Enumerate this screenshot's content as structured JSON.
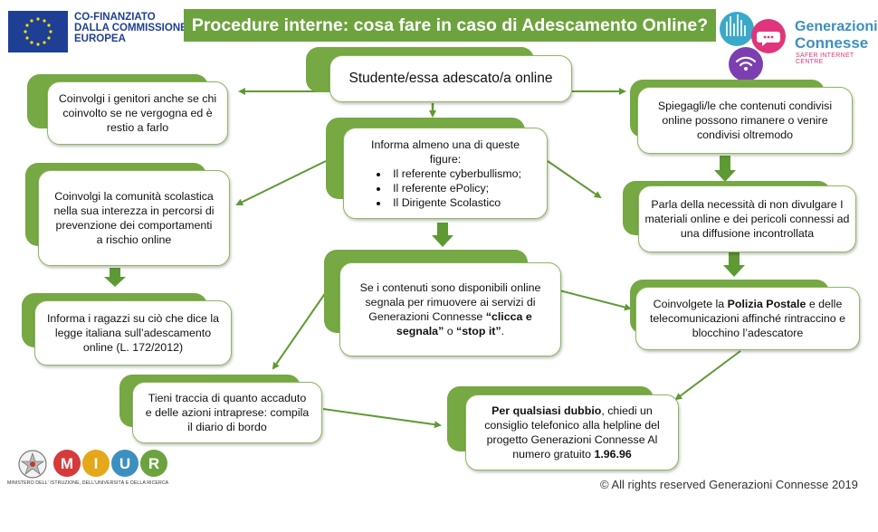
{
  "header": {
    "eu_line1": "CO-FINANZIATO",
    "eu_line2": "DALLA COMMISSIONE",
    "eu_line3": "EUROPEA",
    "title": "Procedure interne: cosa fare in caso di Adescamento Online?",
    "gc_line1": "Generazioni",
    "gc_line2": "Connesse",
    "gc_line3": "SAFER INTERNET CENTRE"
  },
  "colors": {
    "green": "#6da33e",
    "eu_blue": "#1f3f95",
    "gc_blue": "#3d8fbf",
    "gc_pink": "#e0357b"
  },
  "boxes": {
    "root": "Studente/essa adescato/a online",
    "parents": "Coinvolgi i genitori anche se chi coinvolto se ne vergogna ed è restio a farlo",
    "inform_intro": "Informa almeno una di queste figure:",
    "inform_items": [
      "Il referente cyberbullismo;",
      "Il referente ePolicy;",
      "Il Dirigente Scolastico"
    ],
    "explain": "Spiegagli/le che contenuti condivisi online possono rimanere o venire condivisi oltremodo",
    "community": "Coinvolgi la comunità scolastica nella sua interezza in percorsi di prevenzione dei comportamenti a rischio online",
    "talk": "Parla della necessità di non divulgare I materiali online e dei pericoli connessi ad una diffusione incontrollata",
    "report_a": "Se i contenuti sono disponibili online segnala per rimuovere ai servizi di  Generazioni Connesse ",
    "report_b": "“clicca e segnala”",
    "report_c": " o ",
    "report_d": "“stop it”",
    "report_e": ".",
    "law": "Informa i ragazzi su ciò che dice la legge italiana sull’adescamento online (L. 172/2012)",
    "police_a": "Coinvolgete la ",
    "police_b": "Polizia Postale",
    "police_c": " e delle telecomunicazioni affinché rintraccino e blocchino l’adescatore",
    "track": "Tieni traccia di quanto accaduto e delle azioni intraprese: compila il diario di bordo",
    "helpline_a": "Per qualsiasi dubbio",
    "helpline_b": ", chiedi un consiglio telefonico alla helpline  del progetto Generazioni Connesse Al numero gratuito ",
    "helpline_c": "1.96.96"
  },
  "footer": {
    "miur_letters": [
      "M",
      "I",
      "U",
      "R"
    ],
    "miur_caption": "MINISTERO DELL' ISTRUZIONE, DELL'UNIVERSITÀ E DELLA RICERCA",
    "copyright": "© All rights reserved Generazioni Connesse  2019"
  }
}
